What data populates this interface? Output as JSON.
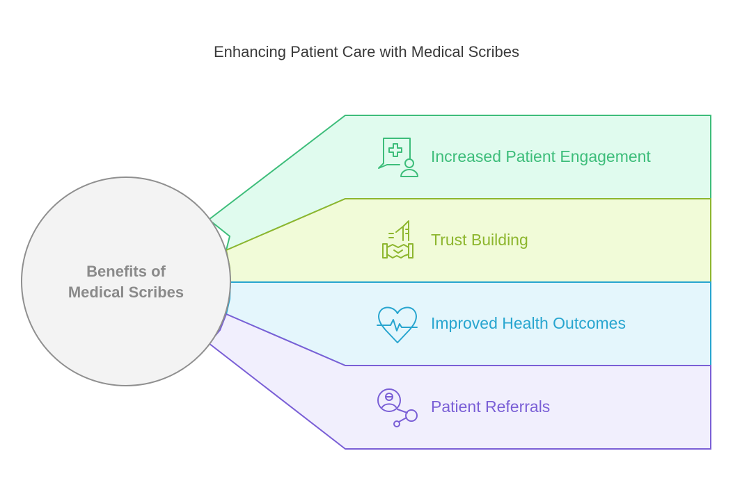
{
  "title": "Enhancing Patient Care with Medical Scribes",
  "center": {
    "line1": "Benefits of",
    "line2": "Medical Scribes"
  },
  "items": [
    {
      "label": "Increased Patient Engagement",
      "icon": "medical-chat-user-icon",
      "color": "#3dbd7a",
      "fill": "#e0fbee"
    },
    {
      "label": "Trust Building",
      "icon": "handshake-building-icon",
      "color": "#8db62e",
      "fill": "#f1fbd8"
    },
    {
      "label": "Improved Health Outcomes",
      "icon": "heart-pulse-icon",
      "color": "#27a5cf",
      "fill": "#e4f6fc"
    },
    {
      "label": "Patient Referrals",
      "icon": "user-network-icon",
      "color": "#7a5fd6",
      "fill": "#f1effd"
    }
  ]
}
